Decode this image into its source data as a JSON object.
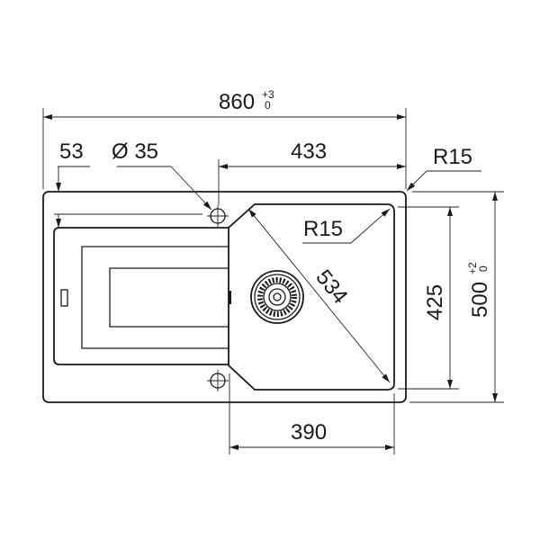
{
  "drawing": {
    "overall_width": {
      "value": "860",
      "tol_upper": "+3",
      "tol_lower": "0"
    },
    "bowl_width": "433",
    "edge_offset": "53",
    "tap_hole": "Ø 35",
    "outer_radius": "R15",
    "bowl_radius": "R15",
    "bowl_diagonal": "534",
    "bowl_depth": "425",
    "overall_depth": {
      "value": "500",
      "tol_upper": "+2",
      "tol_lower": "0"
    },
    "bowl_bottom_width": "390"
  }
}
